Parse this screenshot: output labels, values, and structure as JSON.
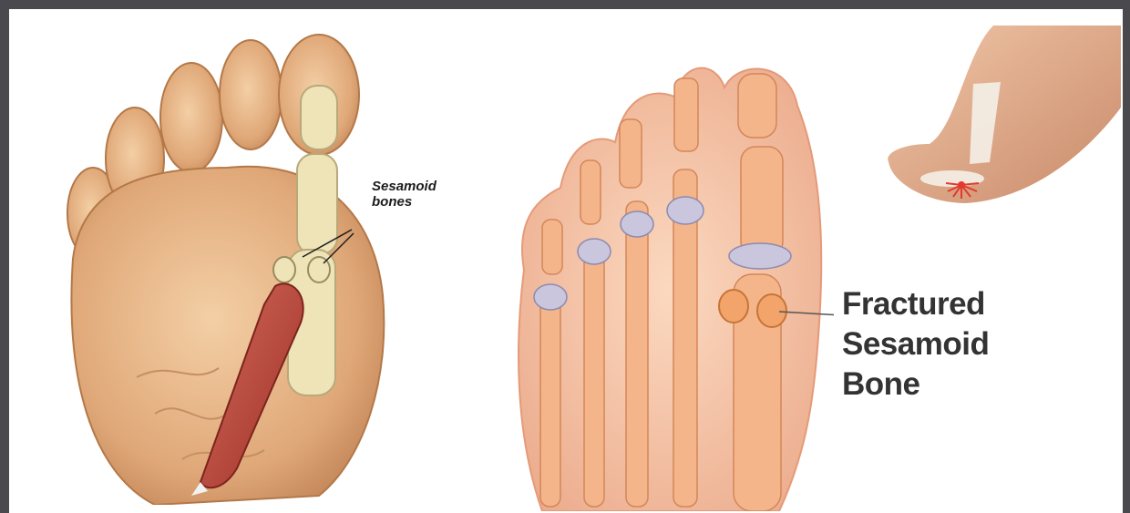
{
  "labels": {
    "sesamoid_bones": [
      "Sesamoid",
      "bones"
    ],
    "fractured": [
      "Fractured",
      "Sesamoid",
      "Bone"
    ]
  },
  "colors": {
    "skin": "#e7b48a",
    "skin_shadow": "#c98a5d",
    "bone": "#efe3b8",
    "cartilage": "#b9b9d6",
    "muscle": "#b8453a",
    "xray_skin": "#f3c8ac",
    "xray_bone": "#f0a878",
    "pain_mark": "#e23b2e"
  },
  "icons": {
    "left_panel": "foot-sole-anatomy-illustration",
    "middle_panel": "foot-bones-xray-illustration",
    "right_panel": "foot-photo-pain-marker"
  }
}
